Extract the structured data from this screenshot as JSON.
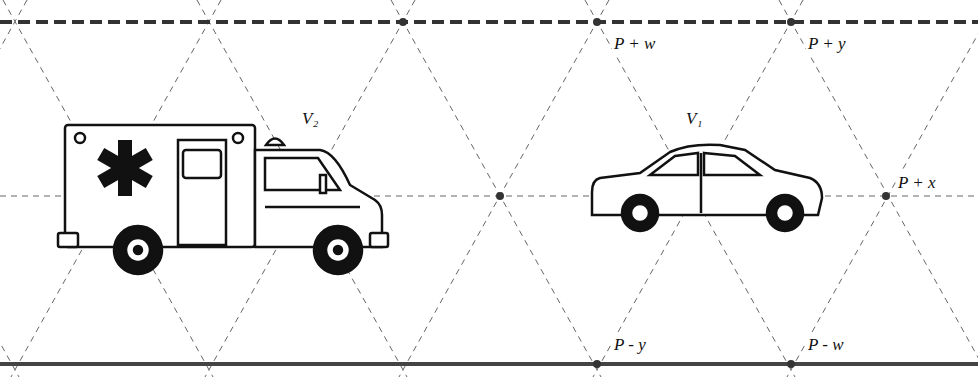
{
  "diagram": {
    "labels": [
      "P + w⃗",
      "P + y⃗",
      "V₂",
      "V₁",
      "P + x⃗",
      "P - y⃗",
      "P - w⃗"
    ]
  }
}
